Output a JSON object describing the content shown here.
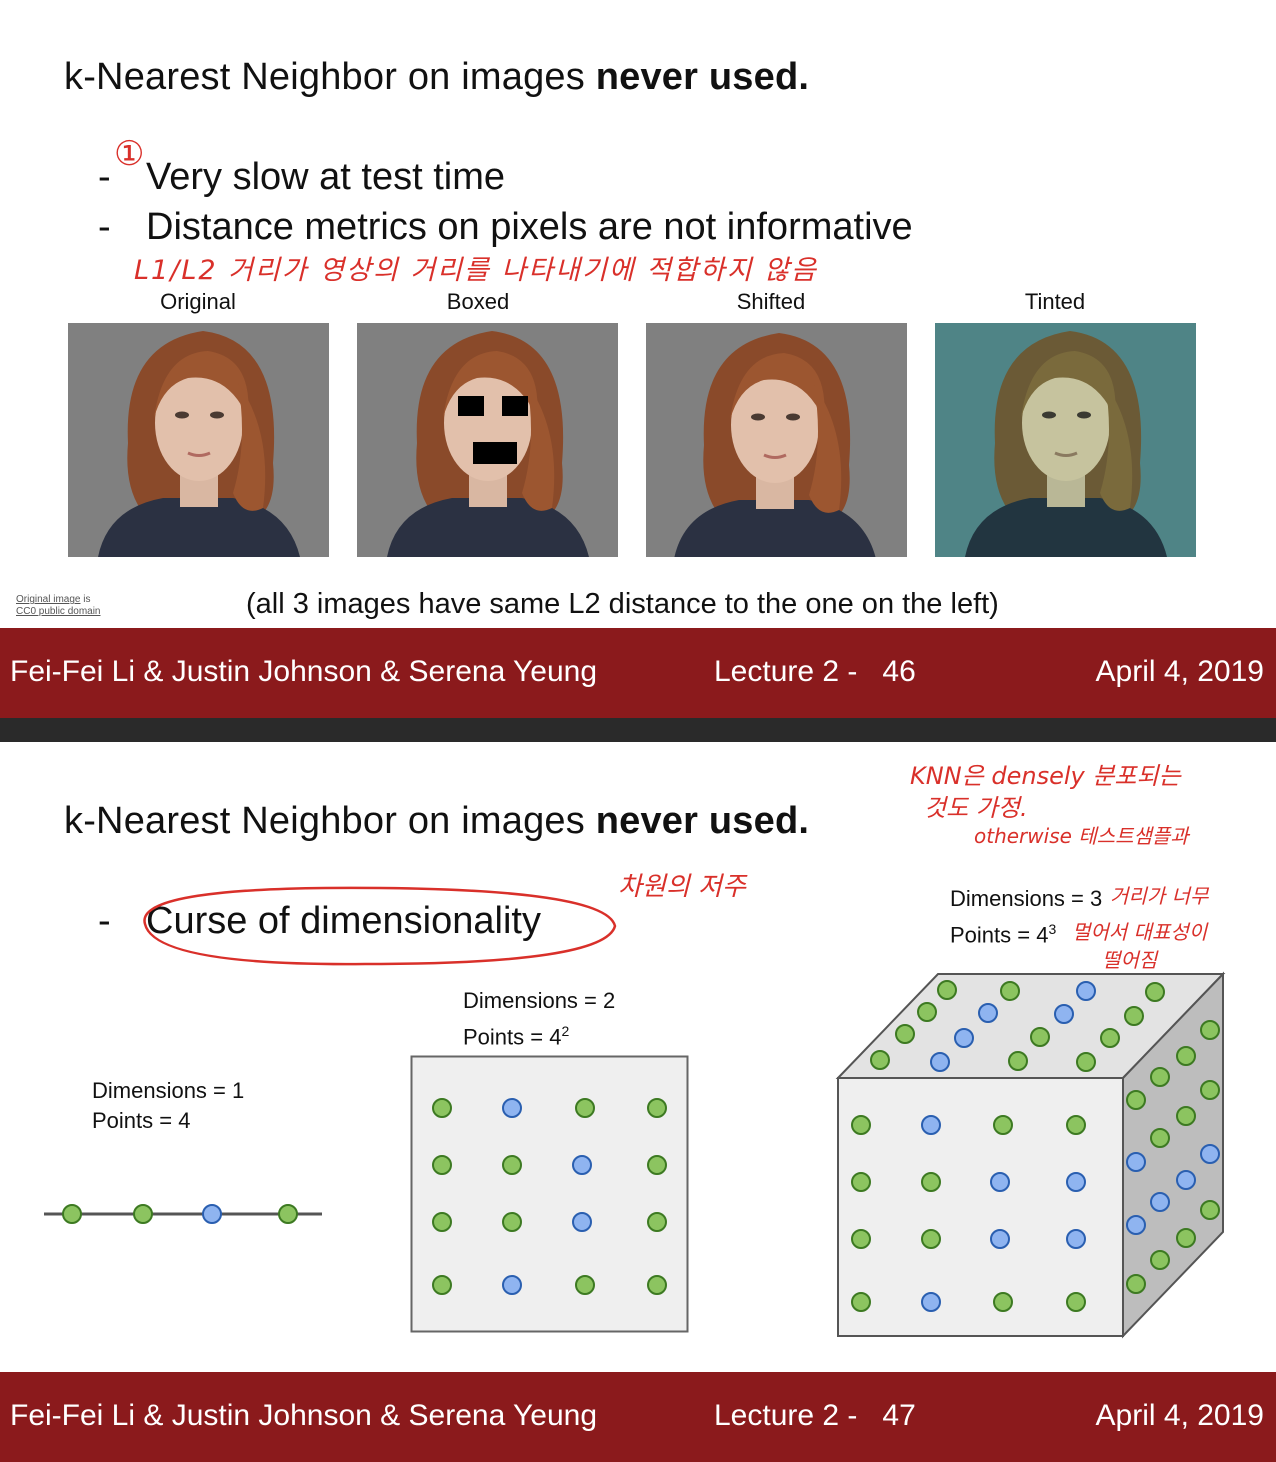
{
  "slide1": {
    "title_plain": "k-Nearest Neighbor on images ",
    "title_bold": "never used.",
    "bullets": [
      "Very slow at test time",
      "Distance metrics on pixels are not informative"
    ],
    "bullet_marker": "-",
    "handwritten_number": "①",
    "handwritten_note": "L1/L2 거리가 영상의 거리를 나타내기에 적합하지 않음",
    "image_labels": [
      "Original",
      "Boxed",
      "Shifted",
      "Tinted"
    ],
    "credit_link": "Original image",
    "credit_is": "is",
    "credit_license": "CC0 public domain",
    "caption": "(all 3 images have same L2 distance to the one on the left)",
    "footer": {
      "authors": "Fei-Fei Li & Justin Johnson & Serena Yeung",
      "lecture": "Lecture 2 -   46",
      "date": "April 4, 2019"
    }
  },
  "slide2": {
    "title_plain": "k-Nearest Neighbor on images ",
    "title_bold": "never used.",
    "bullet_marker": "-",
    "bullet": "Curse of dimensionality",
    "handwritten_note_bullet": "차원의 저주",
    "handwritten_note_top": [
      "KNN은 densely 분포되는",
      "것도 가정.",
      "otherwise 테스트샘플과",
      "거리가 너무",
      "멀어서 대표성이",
      "떨어짐"
    ],
    "dim1": {
      "line1": "Dimensions = 1",
      "line2": "Points = 4"
    },
    "dim2": {
      "line1": "Dimensions = 2",
      "line2": "Points = 4",
      "exp": "2"
    },
    "dim3": {
      "line1": "Dimensions = 3",
      "line2": "Points = 4",
      "exp": "3"
    },
    "footer": {
      "authors": "Fei-Fei Li & Justin Johnson & Serena Yeung",
      "lecture": "Lecture 2 -   47",
      "date": "April 4, 2019"
    }
  },
  "colors": {
    "footer_bg": "#8b1a1c",
    "dot_green": "#8cc460",
    "dot_blue": "#8fb4f0",
    "annotation_red": "#d9302a",
    "photo_bg": "#808080",
    "tinted_bg": "#4f8486"
  }
}
